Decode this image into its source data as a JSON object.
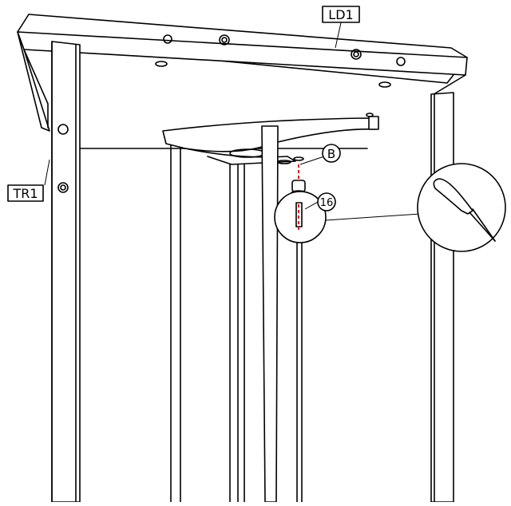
{
  "labels": {
    "top_panel": "LD1",
    "side_panel": "TR1",
    "hardware": "B",
    "part_number": "16"
  },
  "icons": {
    "tool": "screwdriver-icon"
  },
  "colors": {
    "line": "#000000",
    "accent": "#d9181e",
    "background": "#ffffff"
  }
}
